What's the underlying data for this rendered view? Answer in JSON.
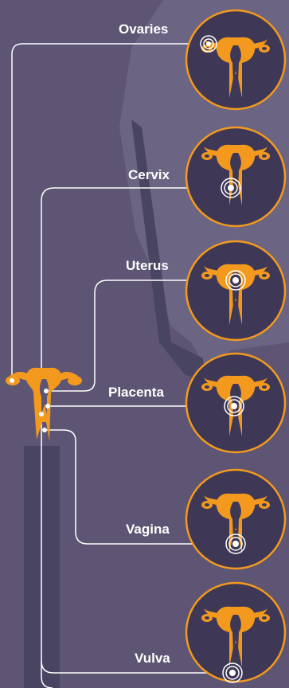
{
  "colors": {
    "background": "#5d5573",
    "silhouette_light": "#6b6483",
    "silhouette_dark": "#4a4463",
    "accent": "#f39a1e",
    "circle_fill": "#3e3856",
    "line": "#ffffff"
  },
  "icon": "uterus-icon",
  "labels": {
    "ovaries": "Ovaries",
    "cervix": "Cervix",
    "uterus": "Uterus",
    "placenta": "Placenta",
    "vagina": "Vagina",
    "vulva": "Vulva"
  }
}
